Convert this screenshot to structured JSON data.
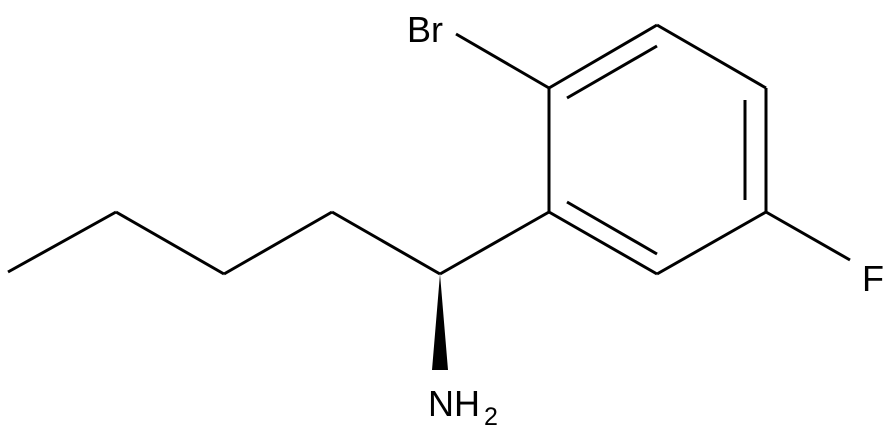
{
  "molecule": {
    "atoms": {
      "bromine": "Br",
      "fluorine": "F",
      "amine": "NH",
      "amine_subscript": "2"
    }
  }
}
